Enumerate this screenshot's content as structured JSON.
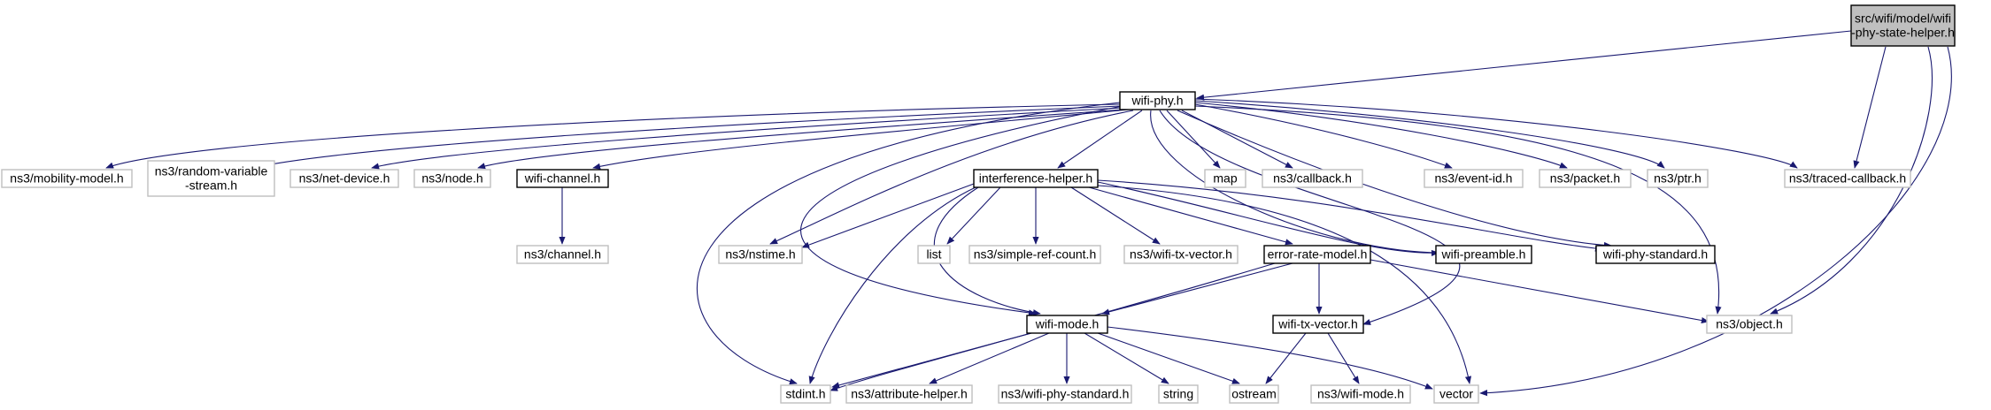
{
  "graph": {
    "colors": {
      "edge": "#191970",
      "dark_border": "#000000",
      "light_border": "#bfbfbf",
      "root_fill": "#bfbfbf"
    },
    "nodes": [
      {
        "id": "root",
        "lines": [
          "src/wifi/model/wifi",
          "-phy-state-helper.h"
        ],
        "style": "root"
      },
      {
        "id": "wifiphy",
        "lines": [
          "wifi-phy.h"
        ],
        "style": "dark"
      },
      {
        "id": "mobility",
        "lines": [
          "ns3/mobility-model.h"
        ],
        "style": "light"
      },
      {
        "id": "randomvar",
        "lines": [
          "ns3/random-variable",
          "-stream.h"
        ],
        "style": "light"
      },
      {
        "id": "netdevice",
        "lines": [
          "ns3/net-device.h"
        ],
        "style": "light"
      },
      {
        "id": "node",
        "lines": [
          "ns3/node.h"
        ],
        "style": "light"
      },
      {
        "id": "wifichannel",
        "lines": [
          "wifi-channel.h"
        ],
        "style": "dark"
      },
      {
        "id": "channel",
        "lines": [
          "ns3/channel.h"
        ],
        "style": "light"
      },
      {
        "id": "interference",
        "lines": [
          "interference-helper.h"
        ],
        "style": "dark"
      },
      {
        "id": "map",
        "lines": [
          "map"
        ],
        "style": "light"
      },
      {
        "id": "callback",
        "lines": [
          "ns3/callback.h"
        ],
        "style": "light"
      },
      {
        "id": "eventid",
        "lines": [
          "ns3/event-id.h"
        ],
        "style": "light"
      },
      {
        "id": "packet",
        "lines": [
          "ns3/packet.h"
        ],
        "style": "light"
      },
      {
        "id": "ptr",
        "lines": [
          "ns3/ptr.h"
        ],
        "style": "light"
      },
      {
        "id": "tracedcb",
        "lines": [
          "ns3/traced-callback.h"
        ],
        "style": "light"
      },
      {
        "id": "nstime",
        "lines": [
          "ns3/nstime.h"
        ],
        "style": "light"
      },
      {
        "id": "list",
        "lines": [
          "list"
        ],
        "style": "light"
      },
      {
        "id": "simpleref",
        "lines": [
          "ns3/simple-ref-count.h"
        ],
        "style": "light"
      },
      {
        "id": "wifitxvec3",
        "lines": [
          "ns3/wifi-tx-vector.h"
        ],
        "style": "light"
      },
      {
        "id": "errorrate",
        "lines": [
          "error-rate-model.h"
        ],
        "style": "dark"
      },
      {
        "id": "preamble",
        "lines": [
          "wifi-preamble.h"
        ],
        "style": "dark"
      },
      {
        "id": "phystd",
        "lines": [
          "wifi-phy-standard.h"
        ],
        "style": "dark"
      },
      {
        "id": "object",
        "lines": [
          "ns3/object.h"
        ],
        "style": "light"
      },
      {
        "id": "wifimode",
        "lines": [
          "wifi-mode.h"
        ],
        "style": "dark"
      },
      {
        "id": "wifitxvec",
        "lines": [
          "wifi-tx-vector.h"
        ],
        "style": "dark"
      },
      {
        "id": "stdint",
        "lines": [
          "stdint.h"
        ],
        "style": "light"
      },
      {
        "id": "attrhelper",
        "lines": [
          "ns3/attribute-helper.h"
        ],
        "style": "light"
      },
      {
        "id": "phystd3",
        "lines": [
          "ns3/wifi-phy-standard.h"
        ],
        "style": "light"
      },
      {
        "id": "string",
        "lines": [
          "string"
        ],
        "style": "light"
      },
      {
        "id": "ostream",
        "lines": [
          "ostream"
        ],
        "style": "light"
      },
      {
        "id": "wifimode3",
        "lines": [
          "ns3/wifi-mode.h"
        ],
        "style": "light"
      },
      {
        "id": "vector",
        "lines": [
          "vector"
        ],
        "style": "light"
      }
    ]
  }
}
